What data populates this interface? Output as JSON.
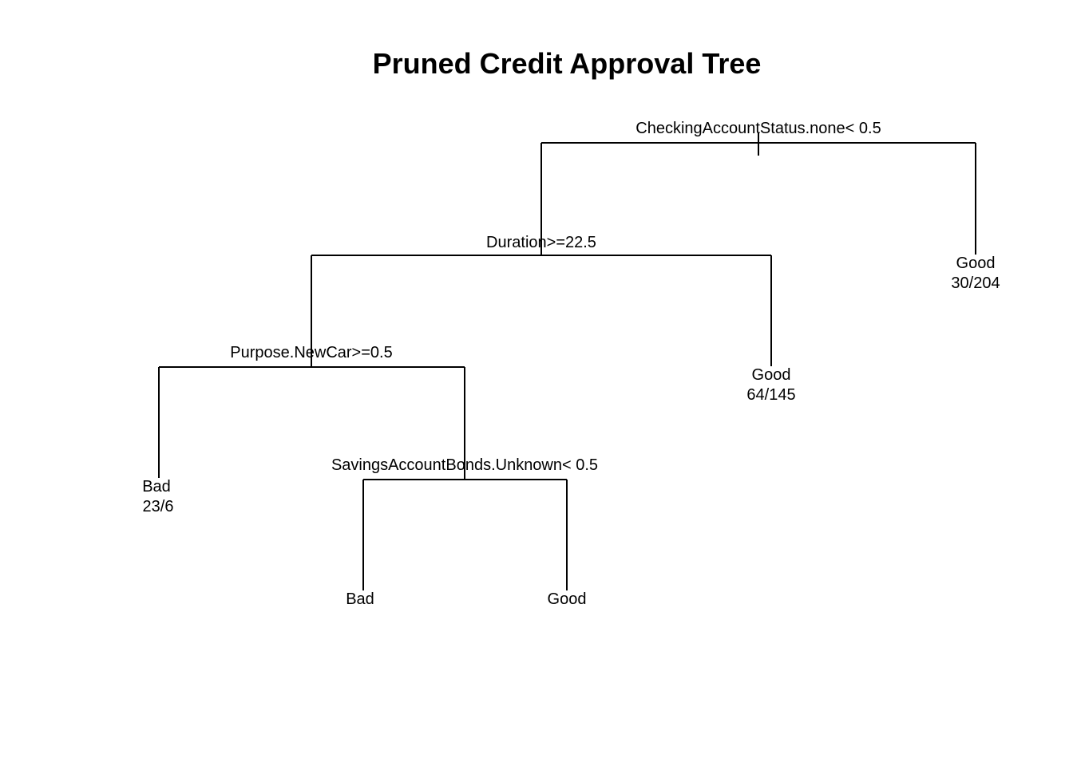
{
  "title": "Pruned Credit Approval Tree",
  "splits": {
    "root": "CheckingAccountStatus.none< 0.5",
    "duration": "Duration>=22.5",
    "purpose": "Purpose.NewCar>=0.5",
    "savings": "SavingsAccountBonds.Unknown< 0.5"
  },
  "leaves": {
    "checking_right": {
      "class": "Good",
      "counts": "30/204"
    },
    "duration_right": {
      "class": "Good",
      "counts": "64/145"
    },
    "purpose_left": {
      "class": "Bad",
      "counts": "23/6"
    },
    "savings_left": {
      "class": "Bad",
      "counts": ""
    },
    "savings_right": {
      "class": "Good",
      "counts": ""
    }
  },
  "colors": {
    "line": "#000000",
    "text": "#000000",
    "background": "#ffffff"
  }
}
